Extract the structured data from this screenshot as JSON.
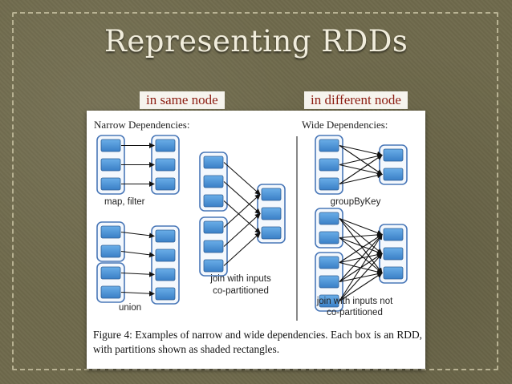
{
  "slide": {
    "title": "Representing RDDs",
    "label_same_node": "in same node",
    "label_different_node": "in different node"
  },
  "figure": {
    "narrow_heading": "Narrow Dependencies:",
    "wide_heading": "Wide Dependencies:",
    "operations": {
      "map_filter": "map, filter",
      "union": "union",
      "join_copartitioned_line1": "join with inputs",
      "join_copartitioned_line2": "co-partitioned",
      "group_by_key": "groupByKey",
      "join_not_copartitioned_line1": "join with inputs not",
      "join_not_copartitioned_line2": "co-partitioned"
    },
    "caption": "Figure 4: Examples of narrow and wide dependencies. Each box is an RDD, with partitions shown as shaded rectangles."
  },
  "colors": {
    "partition_fill": "#4a8fd1",
    "rdd_border": "#4a78b8",
    "label_text": "#8c1d12",
    "title_text": "#f1eddc"
  }
}
